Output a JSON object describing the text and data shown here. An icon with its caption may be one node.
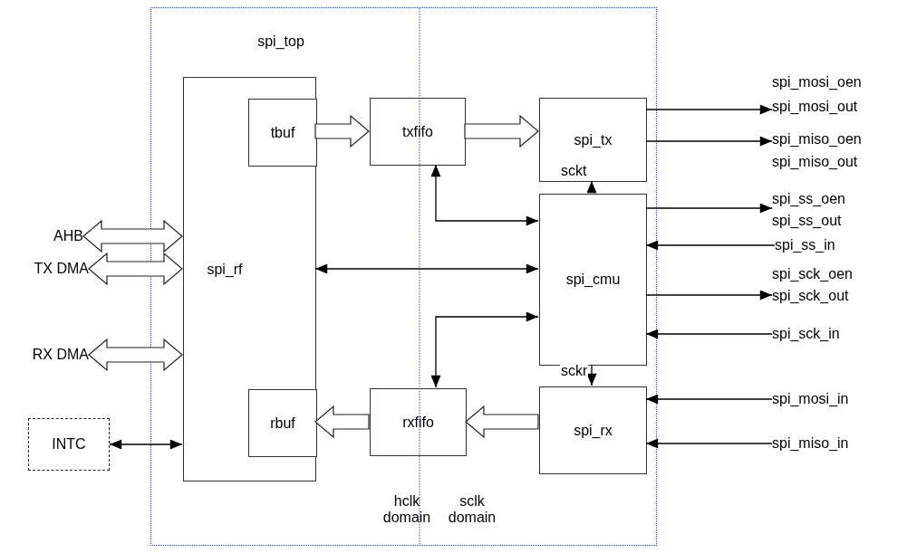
{
  "diagram": {
    "nodes": [
      {
        "text": [
          "spi_top"
        ]
      },
      {
        "text": [
          "spi_rf"
        ],
        "in": 0
      },
      {
        "text": [
          "tbuf"
        ],
        "in": 1
      },
      {
        "text": [
          "rbuf"
        ],
        "in": 1
      },
      {
        "text": [
          "txfifo"
        ],
        "in": 0
      },
      {
        "text": [
          "rxfifo"
        ],
        "in": 0
      },
      {
        "text": [
          "spi_tx"
        ],
        "in": 0
      },
      {
        "text": [
          "spi_cmu"
        ],
        "in": 0
      },
      {
        "text": [
          "spi_rx"
        ],
        "in": 0
      },
      {
        "text": [
          "AHB"
        ]
      },
      {
        "text": [
          "TX DMA"
        ]
      },
      {
        "text": [
          "RX DMA"
        ]
      },
      {
        "text": [
          "INTC"
        ]
      },
      {
        "text": [
          "spi_mosi_oen",
          "spi_mosi_out"
        ]
      },
      {
        "text": [
          "spi_miso_oen",
          "spi_miso_out"
        ]
      },
      {
        "text": [
          "spi_ss_oen",
          "spi_ss_out"
        ]
      },
      {
        "text": [
          "spi_ss_in"
        ]
      },
      {
        "text": [
          "spi_sck_oen",
          "spi_sck_out"
        ]
      },
      {
        "text": [
          "spi_sck_in"
        ]
      },
      {
        "text": [
          "spi_mosi_in"
        ]
      },
      {
        "text": [
          "spi_miso_in"
        ]
      }
    ],
    "edges": [
      {
        "from": 9,
        "to": 1,
        "arrow": "both",
        "style": "thick"
      },
      {
        "from": 10,
        "to": 1,
        "arrow": "both",
        "style": "thick"
      },
      {
        "from": 11,
        "to": 1,
        "arrow": "both",
        "style": "thick"
      },
      {
        "from": 12,
        "to": 1,
        "arrow": "both"
      },
      {
        "from": 2,
        "to": 4,
        "arrow": "to",
        "style": "thick"
      },
      {
        "from": 4,
        "to": 6,
        "arrow": "to",
        "style": "thick"
      },
      {
        "from": 5,
        "to": 3,
        "arrow": "to",
        "style": "thick"
      },
      {
        "from": 8,
        "to": 5,
        "arrow": "to",
        "style": "thick"
      },
      {
        "from": 4,
        "to": 7,
        "arrow": "both"
      },
      {
        "from": 1,
        "to": 7,
        "arrow": "both"
      },
      {
        "from": 5,
        "to": 7,
        "arrow": "both"
      },
      {
        "from": 7,
        "to": 6,
        "arrow": "to",
        "label": "sckt"
      },
      {
        "from": 7,
        "to": 8,
        "arrow": "to",
        "label": "sckr"
      },
      {
        "from": 6,
        "to": 13,
        "arrow": "to"
      },
      {
        "from": 6,
        "to": 14,
        "arrow": "to"
      },
      {
        "from": 7,
        "to": 15,
        "arrow": "to"
      },
      {
        "from": 16,
        "to": 7,
        "arrow": "to"
      },
      {
        "from": 7,
        "to": 17,
        "arrow": "to"
      },
      {
        "from": 18,
        "to": 7,
        "arrow": "to"
      },
      {
        "from": 19,
        "to": 8,
        "arrow": "to"
      },
      {
        "from": 20,
        "to": 8,
        "arrow": "to"
      }
    ],
    "labels": [
      "hclk domain",
      "sclk domain"
    ]
  }
}
